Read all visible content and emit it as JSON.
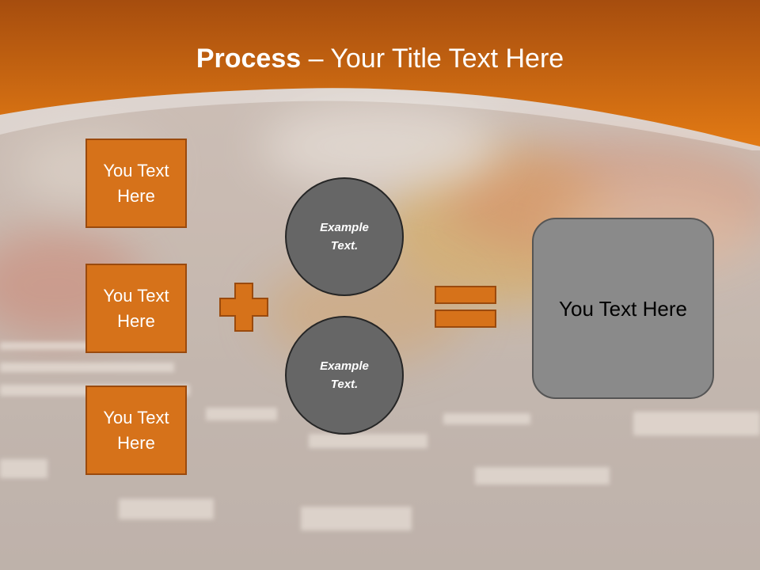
{
  "header": {
    "title_bold": "Process",
    "title_dash": " – ",
    "title_rest": "Your Title Text Here"
  },
  "inputs": [
    {
      "label": "You Text Here"
    },
    {
      "label": "You Text Here"
    },
    {
      "label": "You Text Here"
    }
  ],
  "circles": [
    {
      "label": "Example Text."
    },
    {
      "label": "Example Text."
    }
  ],
  "result": {
    "label": "You Text Here"
  },
  "colors": {
    "accent_orange": "#d6721a",
    "orange_border": "#9a4a0e",
    "circle_gray": "#666666",
    "result_gray": "#8a8a8a"
  },
  "icons": [
    "plus-icon",
    "equals-icon"
  ]
}
